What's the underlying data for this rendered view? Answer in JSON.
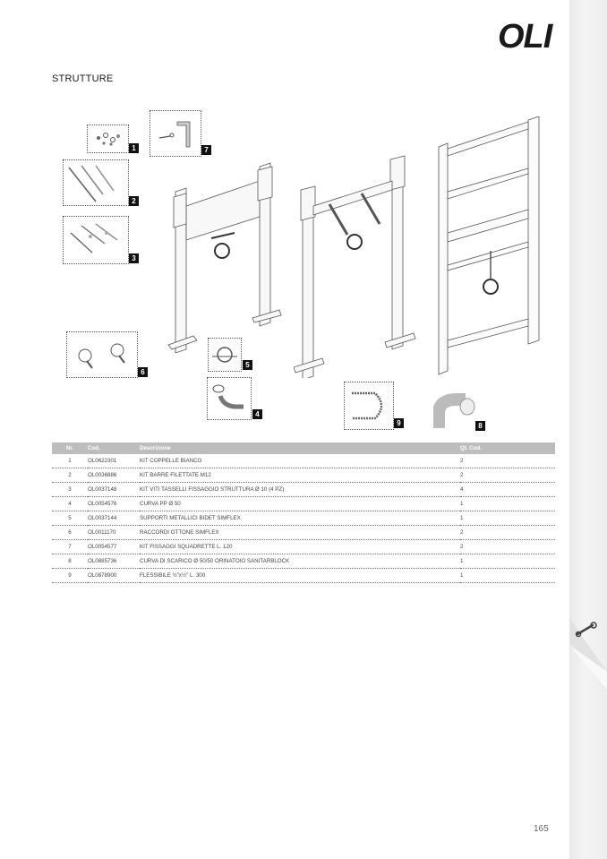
{
  "brand": {
    "logo_text": "OLI"
  },
  "section": {
    "title": "STRUTTURE"
  },
  "labels": [
    "1",
    "2",
    "3",
    "4",
    "5",
    "6",
    "7",
    "8",
    "9"
  ],
  "table": {
    "headers": [
      "Nr.",
      "Cod.",
      "Descrizione",
      "Qt. Cod."
    ],
    "rows": [
      {
        "nr": "1",
        "cod": "OL0622301",
        "desc": "KIT COPPELLE BIANCO",
        "qty": "2"
      },
      {
        "nr": "2",
        "cod": "OL0036886",
        "desc": "KIT BARRE FILETTATE M12",
        "qty": "2"
      },
      {
        "nr": "3",
        "cod": "OL0037148",
        "desc": "KIT VITI TASSELLI FISSAGGIO STRUTTURA Ø 10 (4 PZ)",
        "qty": "4"
      },
      {
        "nr": "4",
        "cod": "OL0054576",
        "desc": "CURVA PP Ø 50",
        "qty": "1"
      },
      {
        "nr": "5",
        "cod": "OL0037144",
        "desc": "SUPPORTI METALLICI BIDET SIMFLEX",
        "qty": "1"
      },
      {
        "nr": "6",
        "cod": "OL0011170",
        "desc": "RACCORDI OTTONE SIMFLEX",
        "qty": "2"
      },
      {
        "nr": "7",
        "cod": "OL0054577",
        "desc": "KIT FISSAGGI SQUADRETTE L. 120",
        "qty": "2"
      },
      {
        "nr": "8",
        "cod": "OL0885736",
        "desc": "CURVA DI SCARICO Ø 50/50 ORINATOIO SANITARBLOCK",
        "qty": "1"
      },
      {
        "nr": "9",
        "cod": "OL0878900",
        "desc": "FLESSIBILE ½\"x½\" L. 300",
        "qty": "1"
      }
    ]
  },
  "page": {
    "number": "165"
  },
  "colors": {
    "table_header": "#bdbdbd",
    "label_box": "#111111",
    "side_strip": "#ececec"
  },
  "icons": {
    "side_icon": "wrench-icon"
  }
}
